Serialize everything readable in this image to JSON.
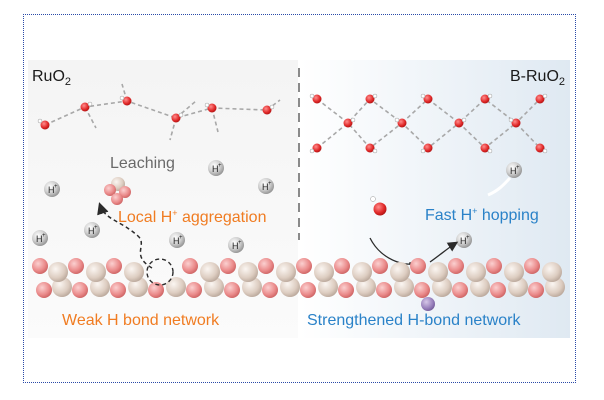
{
  "panels": {
    "left": {
      "title": "RuO",
      "title_sub": "2",
      "leaching": "Leaching",
      "aggregation": "Local H",
      "aggregation_sup": "+",
      "aggregation_rest": " aggregation",
      "bottom_caption": "Weak H bond network"
    },
    "right": {
      "title": "B-RuO",
      "title_sub": "2",
      "hopping": "Fast H",
      "hopping_sup": "+",
      "hopping_rest": " hopping",
      "bottom_caption": "Strengthened H-bond network"
    }
  },
  "proton_label": "H",
  "proton_sup": "+",
  "colors": {
    "orange_text": "#f07c22",
    "blue_text": "#2a82c8",
    "oxygen": "#e02828",
    "lattice_pink": "#e98a8a",
    "lattice_beige": "#d8c8bc",
    "frame": "#2a4aa8"
  }
}
